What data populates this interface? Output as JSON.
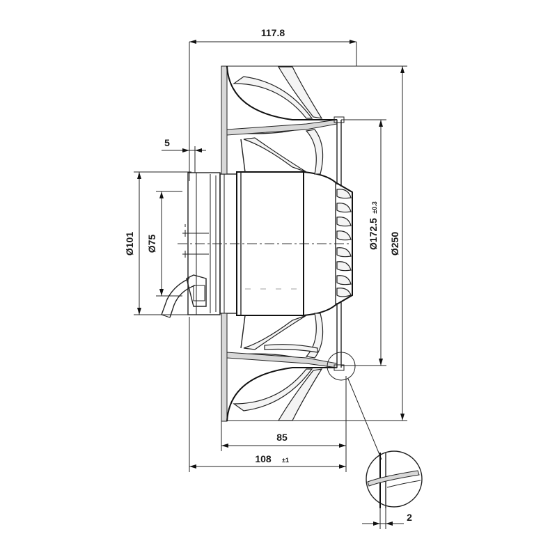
{
  "dimensions": {
    "overall_width": "117.8",
    "offset_5": "5",
    "dia_101": "Ø101",
    "dia_75": "Ø75",
    "dia_172": "Ø172.5",
    "dia_172_tol": "±0.3",
    "dia_250": "Ø250",
    "depth_85": "85",
    "depth_108": "108",
    "depth_108_tol": "±1",
    "detail_gap": "2"
  }
}
